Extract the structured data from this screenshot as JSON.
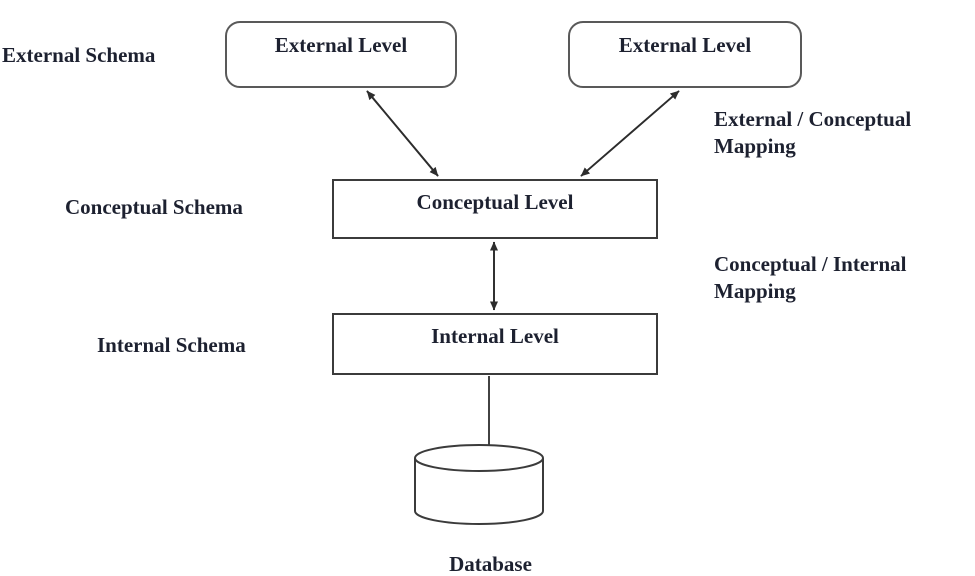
{
  "colors": {
    "background": "#ffffff",
    "ink": "#1d2130",
    "line": "#2d2d2d",
    "rounded_box_border": "#595959",
    "rect_box_border": "#3b3b3b"
  },
  "nodes": {
    "external_level_1": {
      "label": "External Level",
      "shape": "rounded-rectangle"
    },
    "external_level_2": {
      "label": "External Level",
      "shape": "rounded-rectangle"
    },
    "conceptual_level": {
      "label": "Conceptual Level",
      "shape": "rectangle"
    },
    "internal_level": {
      "label": "Internal Level",
      "shape": "rectangle"
    },
    "database": {
      "label": "Database",
      "shape": "cylinder"
    }
  },
  "schema_labels": {
    "external": "External Schema",
    "conceptual": "Conceptual Schema",
    "internal": "Internal Schema"
  },
  "mapping_labels": {
    "external_conceptual": "External / Conceptual Mapping",
    "conceptual_internal": "Conceptual / Internal Mapping"
  },
  "edges": [
    {
      "from": "external_level_1",
      "to": "conceptual_level",
      "type": "bidirectional-arrow"
    },
    {
      "from": "external_level_2",
      "to": "conceptual_level",
      "type": "bidirectional-arrow"
    },
    {
      "from": "conceptual_level",
      "to": "internal_level",
      "type": "bidirectional-arrow"
    },
    {
      "from": "internal_level",
      "to": "database",
      "type": "line"
    }
  ]
}
